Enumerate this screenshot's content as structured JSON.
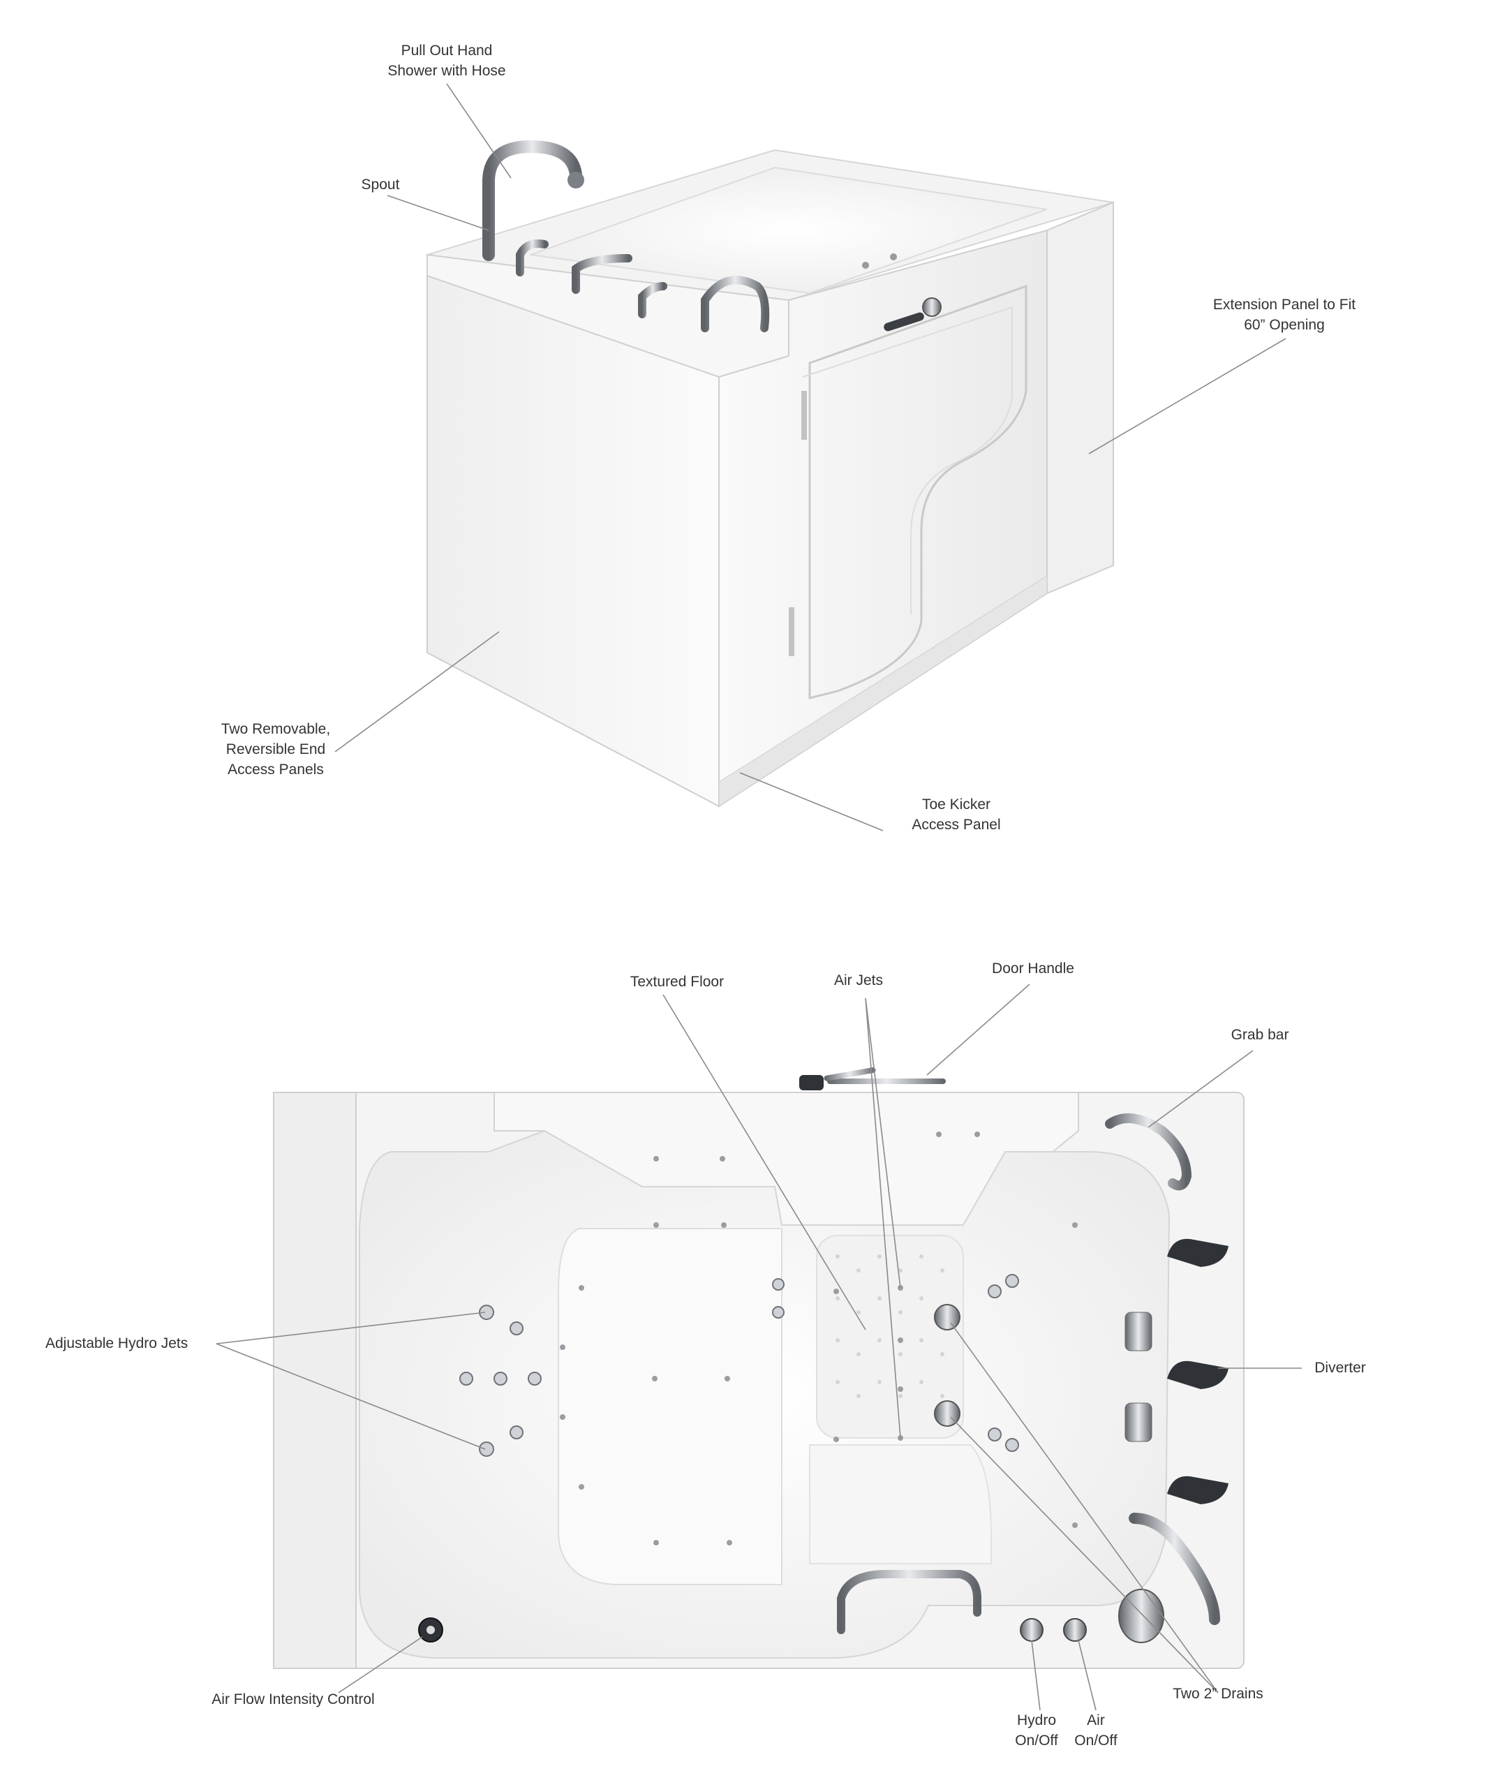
{
  "top_view": {
    "callouts": {
      "hand_shower": [
        "Pull Out Hand",
        "Shower with Hose"
      ],
      "spout": [
        "Spout"
      ],
      "extension_panel": [
        "Extension Panel to Fit",
        "60” Opening"
      ],
      "end_panels": [
        "Two Removable,",
        "Reversible End",
        "Access Panels"
      ],
      "toe_kicker": [
        "Toe Kicker",
        "Access Panel"
      ]
    }
  },
  "overhead_view": {
    "callouts": {
      "textured_floor": [
        "Textured Floor"
      ],
      "air_jets": [
        "Air Jets"
      ],
      "door_handle": [
        "Door Handle"
      ],
      "grab_bar": [
        "Grab bar"
      ],
      "hydro_jets": [
        "Adjustable Hydro Jets"
      ],
      "diverter": [
        "Diverter"
      ],
      "air_flow": [
        "Air Flow Intensity Control"
      ],
      "hydro_switch": [
        "Hydro",
        "On/Off"
      ],
      "air_switch": [
        "Air",
        "On/Off"
      ],
      "drains": [
        "Two 2” Drains"
      ]
    }
  },
  "colors": {
    "leader_line": "#8a8a8a",
    "label_text": "#333333",
    "tub_body": "#f4f4f4",
    "tub_shadow": "#d9d9d9",
    "chrome": "#9aa0a6"
  }
}
